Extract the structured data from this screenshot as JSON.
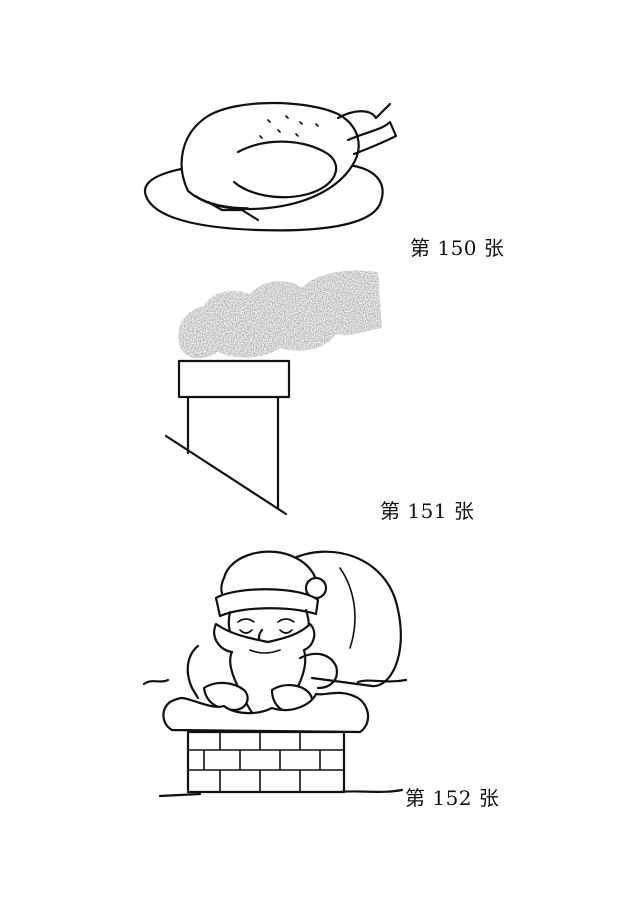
{
  "pages": [
    {
      "caption": "第 150 张",
      "icon": "roast-turkey-drawing"
    },
    {
      "caption": "第 151 张",
      "icon": "chimney-smoke-drawing"
    },
    {
      "caption": "第 152 张",
      "icon": "santa-in-chimney-drawing"
    }
  ],
  "colors": {
    "ink": "#111111",
    "smoke": "#9a9a9a",
    "paper": "#ffffff"
  }
}
